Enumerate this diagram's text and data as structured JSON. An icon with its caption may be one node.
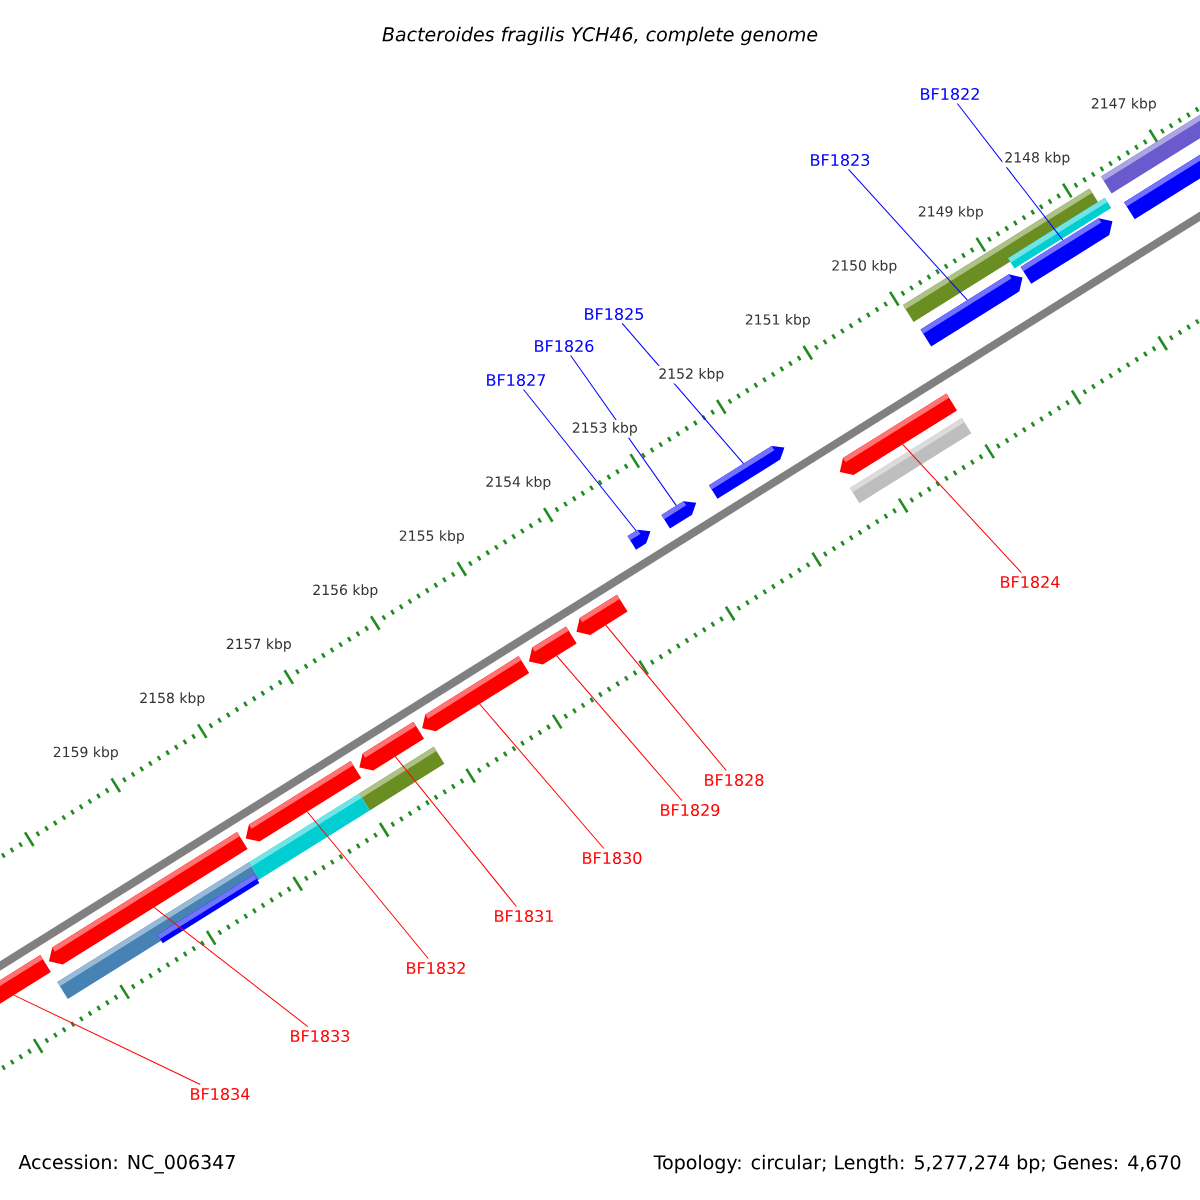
{
  "diagram": {
    "title": "Bacteroides fragilis YCH46, complete genome",
    "nodes": [
      {
        "text": [
          "BF1822"
        ]
      },
      {
        "text": [
          "BF1823"
        ]
      },
      {
        "text": [
          "BF1825"
        ]
      },
      {
        "text": [
          "BF1826"
        ]
      },
      {
        "text": [
          "BF1827"
        ]
      },
      {
        "text": [
          "BF1824"
        ]
      },
      {
        "text": [
          "BF1828"
        ]
      },
      {
        "text": [
          "BF1829"
        ]
      },
      {
        "text": [
          "BF1830"
        ]
      },
      {
        "text": [
          "BF1831"
        ]
      },
      {
        "text": [
          "BF1832"
        ]
      },
      {
        "text": [
          "BF1833"
        ]
      },
      {
        "text": [
          "BF1834"
        ]
      },
      {
        "text": [],
        "shape": "bar"
      },
      {
        "text": [],
        "shape": "bar"
      },
      {
        "text": [],
        "shape": "bar"
      },
      {
        "text": [],
        "shape": "bar"
      },
      {
        "text": [],
        "shape": "bar"
      },
      {
        "text": [],
        "shape": "bar"
      },
      {
        "text": [],
        "shape": "bar"
      },
      {
        "text": [],
        "shape": "bar"
      },
      {
        "text": [],
        "shape": "bar"
      },
      {
        "text": [],
        "shape": "bar"
      },
      {
        "text": [],
        "shape": "bar"
      },
      {
        "text": [],
        "shape": "bar"
      },
      {
        "text": [],
        "shape": "bar"
      }
    ],
    "edges": [
      {
        "from": 0,
        "to": 25,
        "arrow": "none",
        "color": "#0000ff"
      },
      {
        "from": 1,
        "to": 24,
        "arrow": "none",
        "color": "#0000ff"
      },
      {
        "from": 2,
        "to": 22,
        "arrow": "none",
        "color": "#0000ff"
      },
      {
        "from": 3,
        "to": 21,
        "arrow": "none",
        "color": "#0000ff"
      },
      {
        "from": 4,
        "to": 20,
        "arrow": "none",
        "color": "#0000ff"
      },
      {
        "from": 5,
        "to": 23,
        "arrow": "none"
      },
      {
        "from": 6,
        "to": 19,
        "arrow": "none"
      },
      {
        "from": 7,
        "to": 18,
        "arrow": "none"
      },
      {
        "from": 8,
        "to": 17,
        "arrow": "none"
      },
      {
        "from": 9,
        "to": 16,
        "arrow": "none"
      },
      {
        "from": 10,
        "to": 15,
        "arrow": "none"
      },
      {
        "from": 11,
        "to": 14,
        "arrow": "none"
      },
      {
        "from": 12,
        "to": 13,
        "arrow": "none"
      }
    ],
    "labels": [
      "2147 kbp",
      "2148 kbp",
      "2149 kbp",
      "2150 kbp",
      "2151 kbp",
      "2152 kbp",
      "2153 kbp",
      "2154 kbp",
      "2155 kbp",
      "2156 kbp",
      "2157 kbp",
      "2158 kbp",
      "2159 kbp",
      "Accession: NC_006347",
      "Topology: circular; Length: 5,277,274 bp; Genes: 4,670"
    ]
  }
}
